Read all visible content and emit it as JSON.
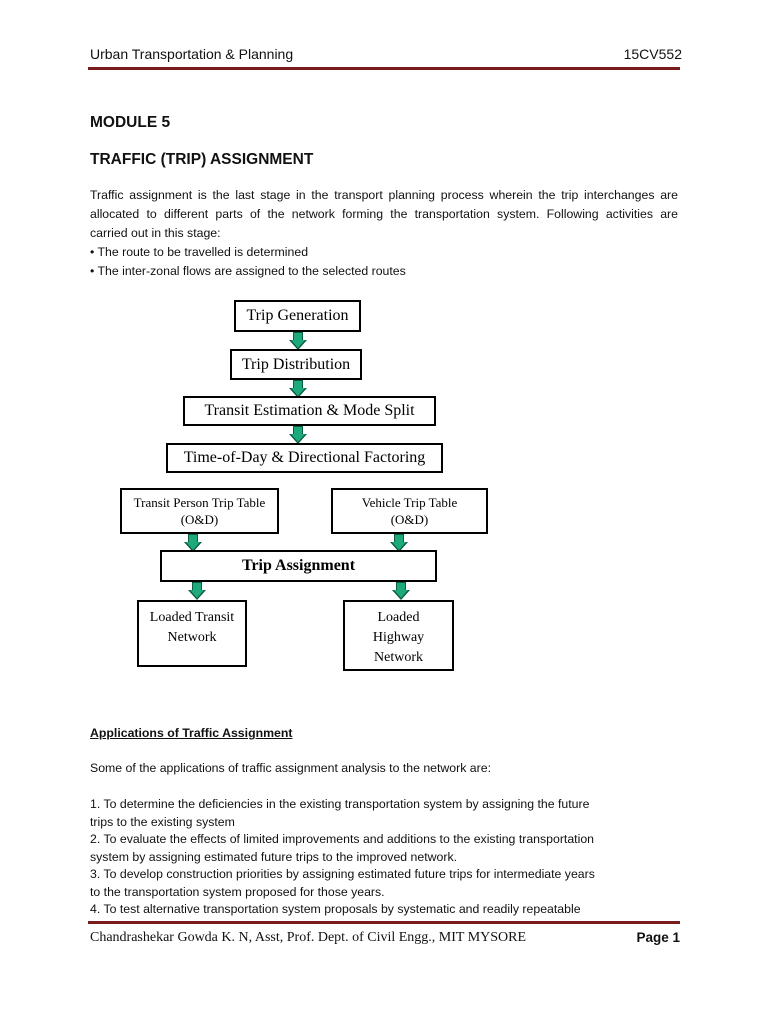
{
  "header": {
    "left": "Urban Transportation & Planning",
    "right": "15CV552"
  },
  "module_title": "MODULE 5",
  "section_title": "TRAFFIC (TRIP) ASSIGNMENT",
  "intro": {
    "lines": [
      "Traffic assignment is the last stage in the transport planning process wherein the trip interchanges are",
      "allocated to different parts of the network forming the transportation system. Following activities are",
      "carried out in this stage:"
    ],
    "bullets": [
      "• The route to be travelled is determined",
      "• The inter-zonal flows are assigned to the selected routes"
    ]
  },
  "flowchart": {
    "trip_generation": "Trip Generation",
    "trip_distribution": "Trip Distribution",
    "mode_split": "Transit Estimation & Mode Split",
    "factoring": "Time-of-Day & Directional Factoring",
    "transit_table_line1": "Transit Person Trip Table",
    "transit_table_line2": "(O&D)",
    "vehicle_table_line1": "Vehicle Trip Table",
    "vehicle_table_line2": "(O&D)",
    "trip_assignment": "Trip Assignment",
    "loaded_transit_line1": "Loaded Transit",
    "loaded_transit_line2": "Network",
    "loaded_highway_line1": "Loaded",
    "loaded_highway_line2": "Highway",
    "loaded_highway_line3": "Network"
  },
  "applications": {
    "title": "Applications of Traffic Assignment",
    "intro": "Some of the applications of traffic assignment analysis to the network are:",
    "lines": [
      "1. To determine the deficiencies in the existing transportation system by assigning the future",
      "trips to the existing system",
      "2. To evaluate the effects of limited improvements and additions to the existing transportation",
      "system by assigning estimated future trips to the improved network.",
      "3. To develop construction priorities by assigning estimated future trips for intermediate years",
      "to the transportation system proposed for those years.",
      "4. To test alternative transportation system proposals by systematic and readily repeatable"
    ]
  },
  "footer": {
    "left": "Chandrashekar Gowda K. N, Asst, Prof. Dept. of Civil Engg., MIT MYSORE",
    "right": "Page 1"
  }
}
